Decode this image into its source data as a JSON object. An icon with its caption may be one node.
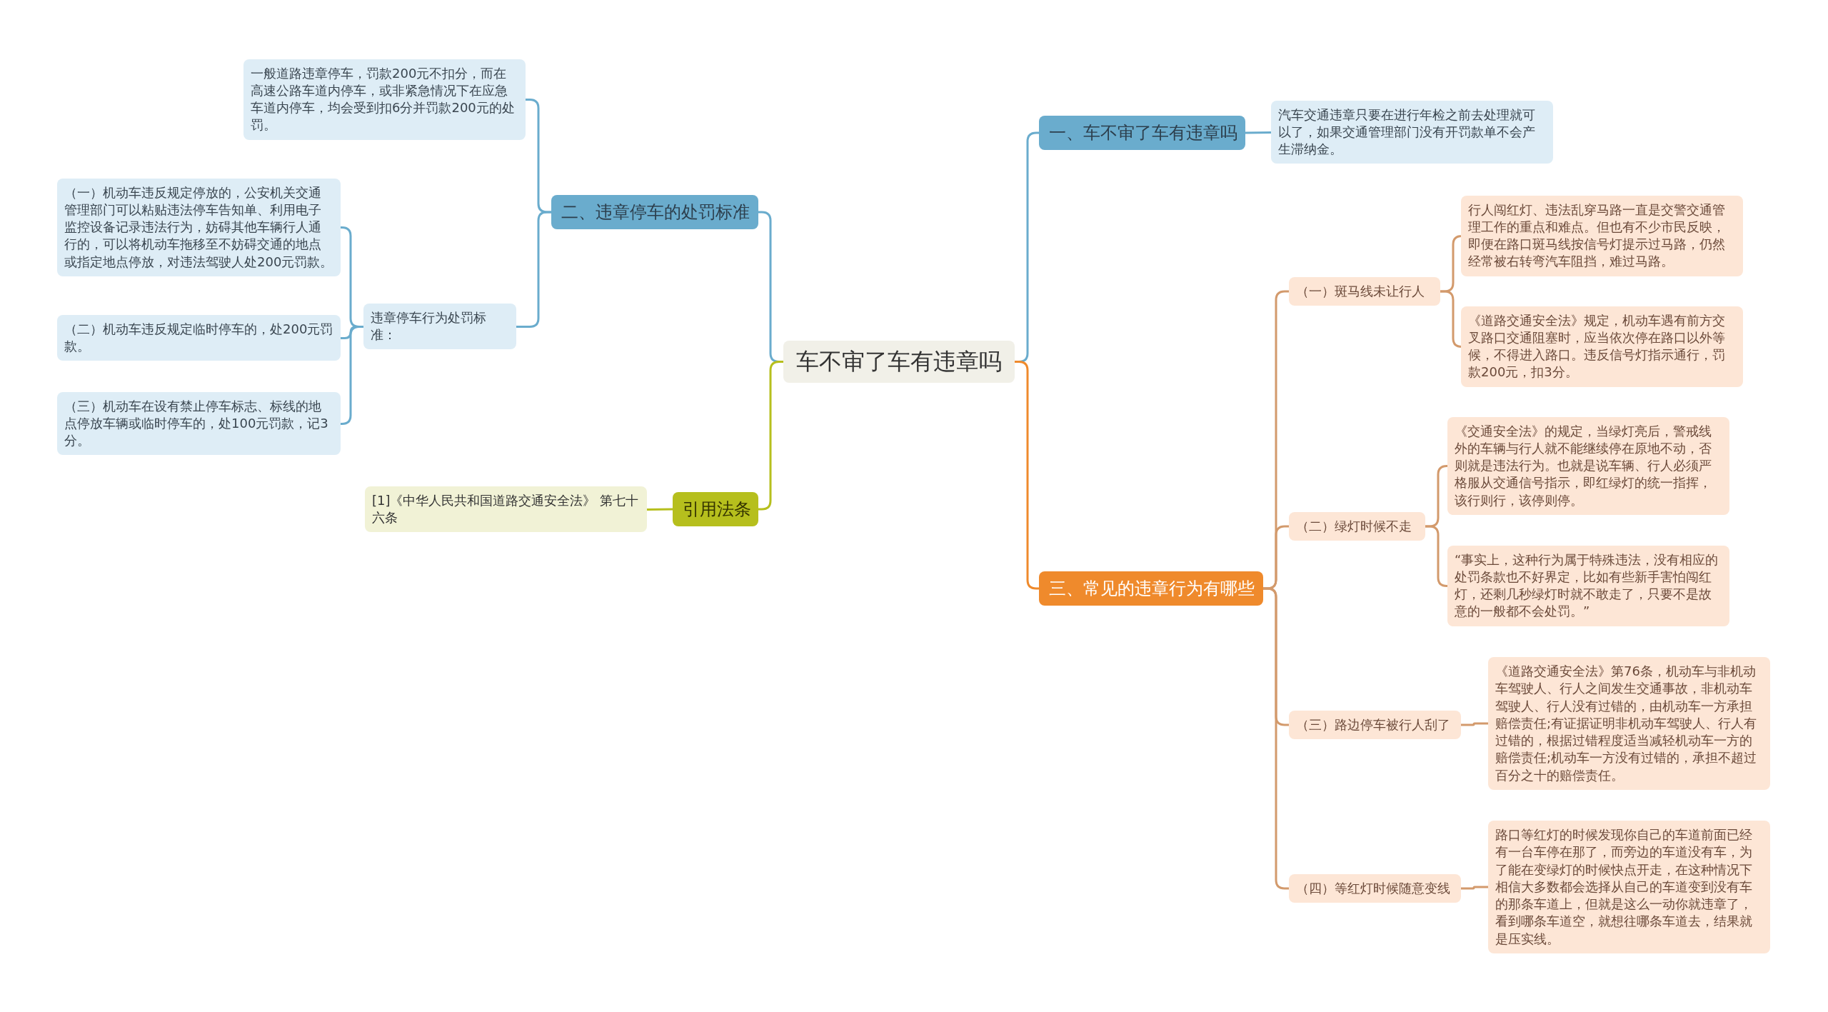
{
  "diagram": {
    "nodes": [
      {
        "text": [
          "车不审了车有违章吗"
        ]
      },
      {
        "text": [
          "一、车不审了车有违章吗"
        ]
      },
      {
        "text": [
          "汽车交通违章只要在进行年检之前去处理就可以了，如果交通管理部门没有开罚款单不会产生滞纳金。"
        ]
      },
      {
        "text": [
          "二、违章停车的处罚标准"
        ]
      },
      {
        "text": [
          "一般道路违章停车，罚款200元不扣分，而在高速公路车道内停车，或非紧急情况下在应急车道内停车，均会受到扣6分并罚款200元的处罚。"
        ]
      },
      {
        "text": [
          "违章停车行为处罚标准："
        ]
      },
      {
        "text": [
          "（一）机动车违反规定停放的，公安机关交通管理部门可以粘贴违法停车告知单、利用电子监控设备记录违法行为，妨碍其他车辆行人通行的，可以将机动车拖移至不妨碍交通的地点或指定地点停放，对违法驾驶人处200元罚款。"
        ]
      },
      {
        "text": [
          "（二）机动车违反规定临时停车的，处200元罚款。"
        ]
      },
      {
        "text": [
          "（三）机动车在设有禁止停车标志、标线的地点停放车辆或临时停车的，处100元罚款，记3分。"
        ]
      },
      {
        "text": [
          "引用法条"
        ]
      },
      {
        "text": [
          "[1]《中华人民共和国道路交通安全法》 第七十六条"
        ]
      },
      {
        "text": [
          "三、常见的违章行为有哪些"
        ]
      },
      {
        "text": [
          "（一）斑马线未让行人"
        ]
      },
      {
        "text": [
          "行人闯红灯、违法乱穿马路一直是交警交通管理工作的重点和难点。但也有不少市民反映，即便在路口斑马线按信号灯提示过马路，仍然经常被右转弯汽车阻挡，难过马路。"
        ]
      },
      {
        "text": [
          "《道路交通安全法》规定，机动车遇有前方交叉路口交通阻塞时，应当依次停在路口以外等候，不得进入路口。违反信号灯指示通行，罚款200元，扣3分。"
        ]
      },
      {
        "text": [
          "（二）绿灯时候不走"
        ]
      },
      {
        "text": [
          "《交通安全法》的规定，当绿灯亮后，警戒线外的车辆与行人就不能继续停在原地不动，否则就是违法行为。也就是说车辆、行人必须严格服从交通信号指示，即红绿灯的统一指挥，该行则行，该停则停。"
        ]
      },
      {
        "text": [
          "“事实上，这种行为属于特殊违法，没有相应的处罚条款也不好界定，比如有些新手害怕闯红灯，还剩几秒绿灯时就不敢走了，只要不是故意的一般都不会处罚。”"
        ]
      },
      {
        "text": [
          "（三）路边停车被行人刮了"
        ]
      },
      {
        "text": [
          "《道路交通安全法》第76条，机动车与非机动车驾驶人、行人之间发生交通事故，非机动车驾驶人、行人没有过错的，由机动车一方承担赔偿责任;有证据证明非机动车驾驶人、行人有过错的，根据过错程度适当减轻机动车一方的赔偿责任;机动车一方没有过错的，承担不超过百分之十的赔偿责任。"
        ]
      },
      {
        "text": [
          "（四）等红灯时候随意变线"
        ]
      },
      {
        "text": [
          "路口等红灯的时候发现你自己的车道前面已经有一台车停在那了，而旁边的车道没有车，为了能在变绿灯的时候快点开走，在这种情况下相信大多数都会选择从自己的车道变到没有车的那条车道上，但就是这么一动你就违章了，看到哪条车道空，就想往哪条车道去，结果就是压实线。"
        ]
      }
    ],
    "edges": [
      {
        "from": 0,
        "to": 1,
        "arrow": "none",
        "color": "#6aaccd"
      },
      {
        "from": 1,
        "to": 2,
        "arrow": "none",
        "color": "#6aaccd"
      },
      {
        "from": 0,
        "to": 3,
        "arrow": "none",
        "color": "#6aaccd"
      },
      {
        "from": 3,
        "to": 4,
        "arrow": "none",
        "color": "#6aaccd"
      },
      {
        "from": 3,
        "to": 5,
        "arrow": "none",
        "color": "#6aaccd"
      },
      {
        "from": 5,
        "to": 6,
        "arrow": "none",
        "color": "#6aaccd"
      },
      {
        "from": 5,
        "to": 7,
        "arrow": "none",
        "color": "#6aaccd"
      },
      {
        "from": 5,
        "to": 8,
        "arrow": "none",
        "color": "#6aaccd"
      },
      {
        "from": 0,
        "to": 9,
        "arrow": "none",
        "color": "#b6bf1d"
      },
      {
        "from": 9,
        "to": 10,
        "arrow": "none",
        "color": "#b6bf1d"
      },
      {
        "from": 0,
        "to": 11,
        "arrow": "none",
        "color": "#ef8a2c"
      },
      {
        "from": 11,
        "to": 12,
        "arrow": "none"
      },
      {
        "from": 12,
        "to": 13,
        "arrow": "none"
      },
      {
        "from": 12,
        "to": 14,
        "arrow": "none"
      },
      {
        "from": 11,
        "to": 15,
        "arrow": "none"
      },
      {
        "from": 15,
        "to": 16,
        "arrow": "none"
      },
      {
        "from": 15,
        "to": 17,
        "arrow": "none"
      },
      {
        "from": 11,
        "to": 18,
        "arrow": "none"
      },
      {
        "from": 18,
        "to": 19,
        "arrow": "none"
      },
      {
        "from": 11,
        "to": 20,
        "arrow": "none"
      },
      {
        "from": 20,
        "to": 21,
        "arrow": "none"
      }
    ]
  }
}
